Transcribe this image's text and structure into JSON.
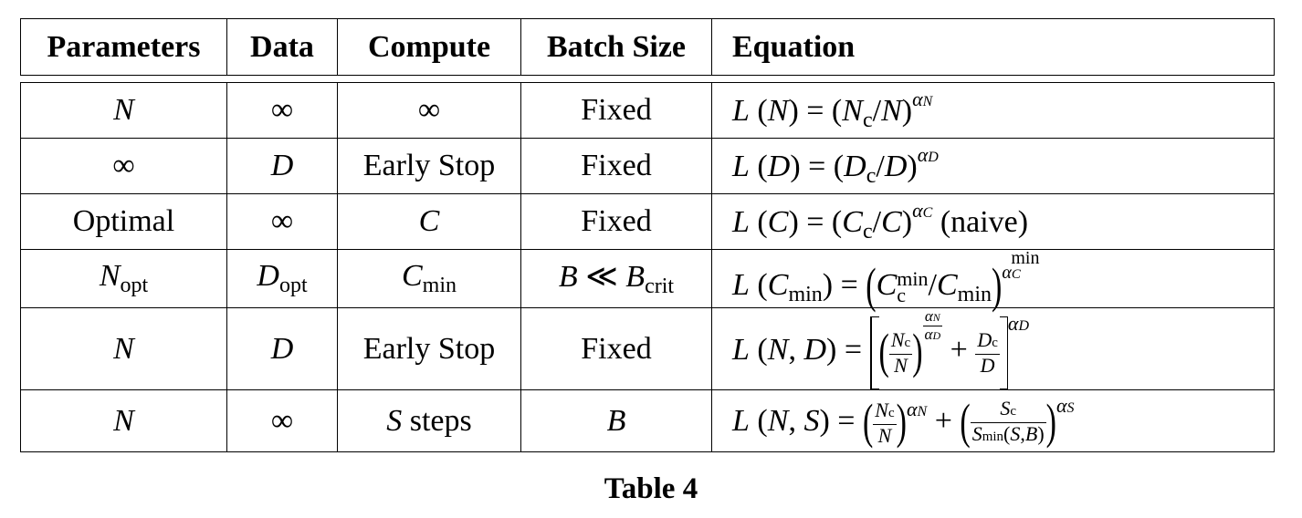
{
  "headers": {
    "parameters": "Parameters",
    "data": "Data",
    "compute": "Compute",
    "batch_size": "Batch Size",
    "equation": "Equation"
  },
  "rows": [
    {
      "parameters": "N",
      "data": "∞",
      "compute": "∞",
      "batch": "Fixed"
    },
    {
      "parameters": "∞",
      "data": "D",
      "compute": "Early Stop",
      "batch": "Fixed"
    },
    {
      "parameters": "Optimal",
      "data": "∞",
      "compute": "C",
      "batch": "Fixed"
    },
    {
      "parameters": "N_opt",
      "data": "D_opt",
      "compute": "C_min",
      "batch": "B ≪ B_crit"
    },
    {
      "parameters": "N",
      "data": "D",
      "compute": "Early Stop",
      "batch": "Fixed"
    },
    {
      "parameters": "N",
      "data": "∞",
      "compute": "S steps",
      "batch": "B"
    }
  ],
  "equations": {
    "e1": "L (N) = (N_c/N)^{α_N}",
    "e2": "L (D) = (D_c/D)^{α_D}",
    "e3": "L (C) = (C_c/C)^{α_C} (naive)",
    "e4": "L (C_min) = (C_c^min/C_min)^{α_C^min}",
    "e5": "L (N, D) = [ (N_c/N)^{α_N/α_D} + D_c/D ]^{α_D}",
    "e6": "L (N, S) = (N_c/N)^{α_N} + ( S_c / S_min(S,B) )^{α_S}"
  },
  "labels": {
    "naive": "(naive)",
    "early_stop": "Early Stop",
    "fixed": "Fixed",
    "optimal": "Optimal",
    "steps": "steps"
  },
  "caption": "Table 4"
}
